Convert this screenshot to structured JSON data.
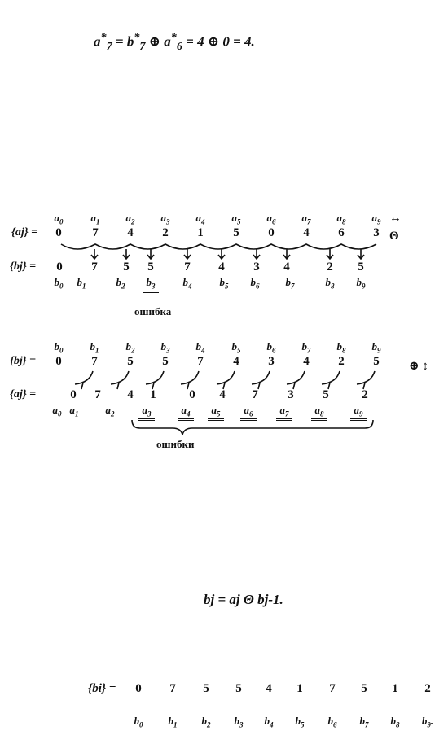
{
  "formula_top": {
    "lhs_a": "a",
    "lhs_sub": "7",
    "b": "b",
    "b_sub": "7",
    "a2": "a",
    "a2_sub": "6",
    "rhs": "= 4 ⊕ 0 = 4."
  },
  "diagram1": {
    "a_labels": [
      "a0",
      "a1",
      "a2",
      "a3",
      "a4",
      "a5",
      "a6",
      "a7",
      "a8",
      "a9"
    ],
    "swap_symbol": "↔",
    "ai_label": "{aj} =",
    "ai_values": [
      "0",
      "7",
      "4",
      "2",
      "1",
      "5",
      "0",
      "4",
      "6",
      "3"
    ],
    "op_symbol": "Θ",
    "bj_label": "{bj} =",
    "bj_values": [
      "0",
      "7",
      "5",
      "5",
      "7",
      "4",
      "3",
      "4",
      "2",
      "5"
    ],
    "b_labels": [
      "b0",
      "b1",
      "b2",
      "b3",
      "b4",
      "b5",
      "b6",
      "b7",
      "b8",
      "b9"
    ],
    "error_label": "ошибка"
  },
  "diagram2": {
    "b_labels": [
      "b0",
      "b1",
      "b2",
      "b3",
      "b4",
      "b5",
      "b6",
      "b7",
      "b8",
      "b9"
    ],
    "bj_label": "{bj} =",
    "bj_values": [
      "0",
      "7",
      "5",
      "5",
      "7",
      "4",
      "3",
      "4",
      "2",
      "5"
    ],
    "op_symbol": "⊕ ↕",
    "aj_label": "{aj} =",
    "aj_values": [
      "0",
      "7",
      "4",
      "1",
      "0",
      "4",
      "7",
      "3",
      "5",
      "2"
    ],
    "a_labels": [
      "a0",
      "a1",
      "a2",
      "a3",
      "a4",
      "a5",
      "a6",
      "a7",
      "a8",
      "a9"
    ],
    "errors_label": "ошибки"
  },
  "formula_mid": {
    "text": "bj = aj Θ bj-1."
  },
  "bottom_row": {
    "label": "{bi} =",
    "values": [
      "0",
      "7",
      "5",
      "5",
      "4",
      "1",
      "7",
      "5",
      "1",
      "2"
    ],
    "b_labels": [
      "b0",
      "b1",
      "b2",
      "b3",
      "b4",
      "b5",
      "b6",
      "b7",
      "b8",
      "b9."
    ]
  }
}
